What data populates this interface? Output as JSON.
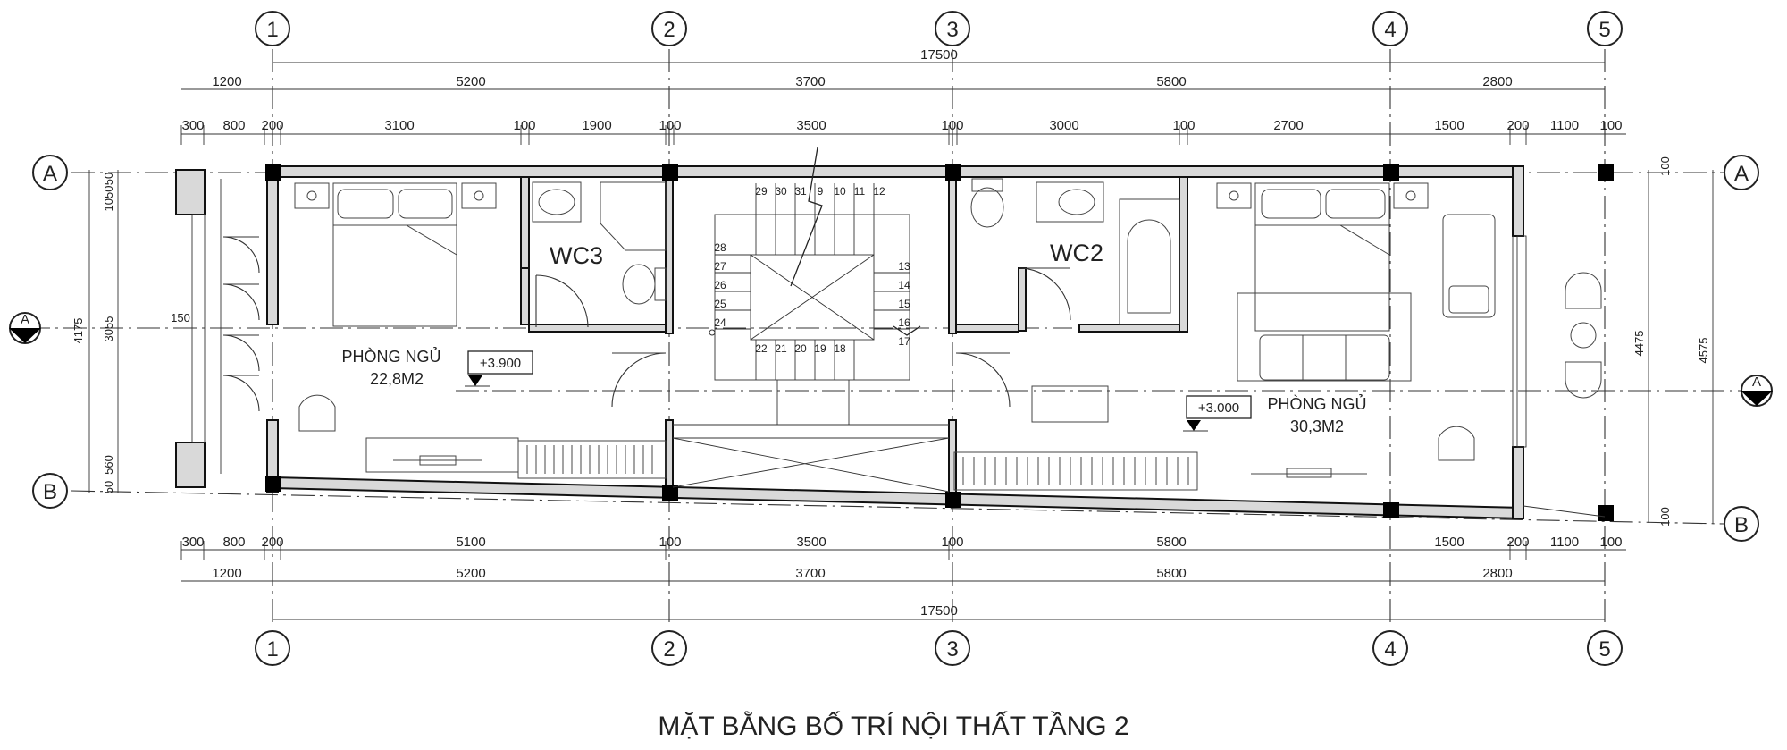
{
  "title": "MẶT BẰNG BỐ TRÍ NỘI THẤT TẦNG 2",
  "grid_columns": [
    "1",
    "2",
    "3",
    "4",
    "5"
  ],
  "grid_rows": [
    "A",
    "B"
  ],
  "section_mark": "A",
  "dims": {
    "overall": "17500",
    "top_row2": [
      "1200",
      "5200",
      "3700",
      "5800",
      "2800"
    ],
    "top_row3": [
      "300",
      "800",
      "200",
      "3100",
      "100",
      "1900",
      "100",
      "3500",
      "100",
      "3000",
      "100",
      "2700",
      "1500",
      "200",
      "1100",
      "100"
    ],
    "bottom_row1": [
      "300",
      "800",
      "200",
      "5100",
      "100",
      "3500",
      "100",
      "5800",
      "1500",
      "200",
      "1100",
      "100"
    ],
    "bottom_row2": [
      "1200",
      "5200",
      "3700",
      "5800",
      "2800"
    ],
    "left": [
      "50",
      "1050",
      "3055",
      "4175",
      "150",
      "50",
      "560"
    ],
    "right": [
      "100",
      "4475",
      "4575",
      "100"
    ]
  },
  "rooms": {
    "bedroom1_name": "PHÒNG NGỦ",
    "bedroom1_area": "22,8M2",
    "bedroom2_name": "PHÒNG NGỦ",
    "bedroom2_area": "30,3M2",
    "wc3": "WC3",
    "wc2": "WC2"
  },
  "levels": {
    "left": "+3.900",
    "right": "+3.000"
  },
  "stair_numbers": {
    "top": [
      "29",
      "30",
      "31",
      "9",
      "10",
      "11",
      "12"
    ],
    "left": [
      "28",
      "27",
      "26",
      "25",
      "24"
    ],
    "right": [
      "13",
      "14",
      "15",
      "16",
      "17"
    ],
    "bottom": [
      "22",
      "21",
      "20",
      "19",
      "18"
    ]
  }
}
